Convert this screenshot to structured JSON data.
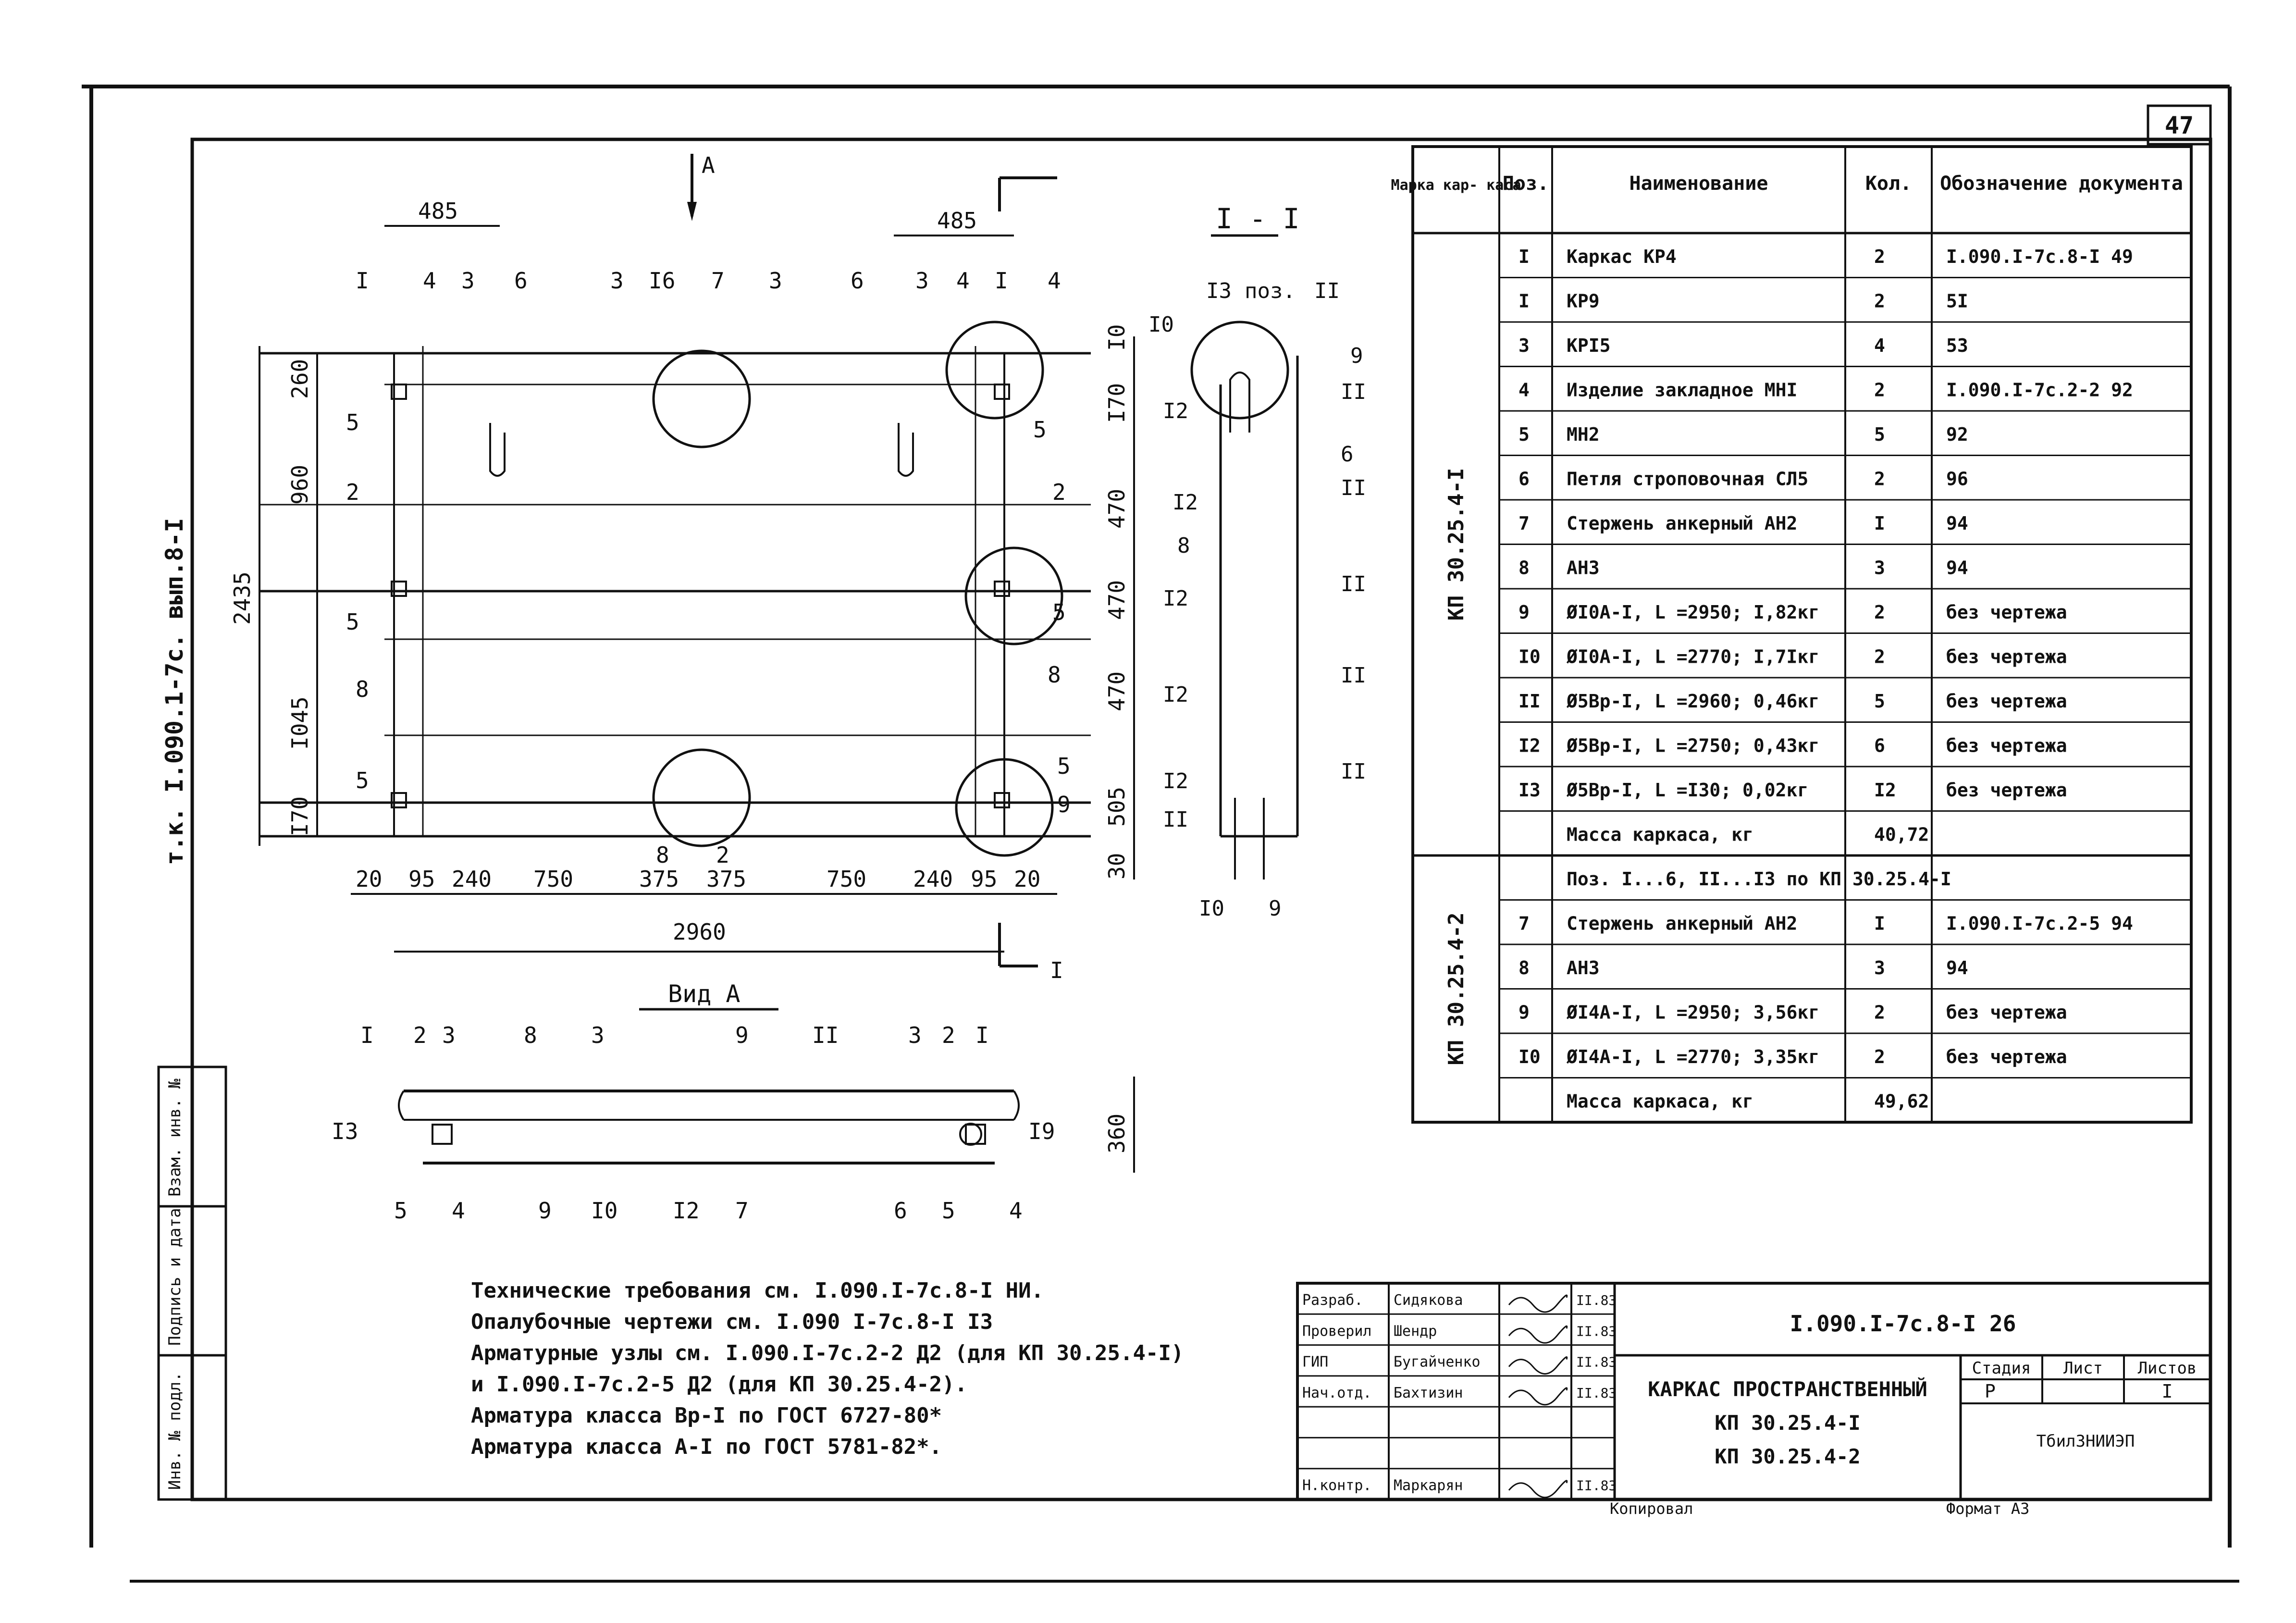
{
  "sheet": {
    "page_number": "47",
    "side_code": "т.к. I.090.1-7с. вып.8-I",
    "left_stamp": [
      "Инв. № подл.",
      "Подпись и дата",
      "Взам. инв. №"
    ]
  },
  "plan": {
    "section_a_label": "А",
    "dims_top": [
      "485",
      "485"
    ],
    "callouts_top": [
      "I",
      "4",
      "3",
      "6",
      "3",
      "I6",
      "7",
      "3",
      "6",
      "3",
      "4",
      "I",
      "4"
    ],
    "left_dims": [
      "260",
      "960",
      "2435",
      "I045",
      "I70"
    ],
    "right_dims": [
      "I0",
      "I70",
      "470",
      "470",
      "470",
      "505",
      "30"
    ],
    "bottom_dims": [
      "20",
      "95",
      "240",
      "750",
      "375",
      "375",
      "750",
      "240",
      "95",
      "20"
    ],
    "total_length": "2960",
    "labels": {
      "2a": "2",
      "2b": "2",
      "5a": "5",
      "5b": "5",
      "5c": "5",
      "5d": "5",
      "5e": "5",
      "8a": "8",
      "8b": "8",
      "8c": "8",
      "2c": "2",
      "9": "9",
      "6": "6",
      "5f": "5"
    },
    "section_mark": "I"
  },
  "section": {
    "title": "I - I",
    "labels": [
      "I3",
      "поз.",
      "II",
      "I0",
      "9",
      "I2",
      "II",
      "6",
      "II",
      "I2",
      "8",
      "II",
      "I2",
      "II",
      "I2",
      "II",
      "I2",
      "II",
      "I0",
      "9"
    ]
  },
  "view_a": {
    "title": "Вид А",
    "top_labels": [
      "I",
      "2",
      "3",
      "8",
      "3",
      "9",
      "II",
      "3",
      "2",
      "I"
    ],
    "side_labels": [
      "I3",
      "I9"
    ],
    "height_dim": "360",
    "bottom_labels": [
      "5",
      "4",
      "9",
      "I0",
      "I2",
      "7",
      "6",
      "5",
      "4"
    ]
  },
  "spec_table": {
    "headers": [
      "Марка кар- каса",
      "Поз.",
      "Наименование",
      "Кол.",
      "Обозначение документа"
    ],
    "group1_mark": "КП 30.25.4-I",
    "group1_rows": [
      [
        "I",
        "Каркас КР4",
        "2",
        "I.090.I-7с.8-I 49"
      ],
      [
        "I",
        "КР9",
        "2",
        "5I"
      ],
      [
        "3",
        "КРI5",
        "4",
        "53"
      ],
      [
        "4",
        "Изделие закладное МНI",
        "2",
        "I.090.I-7с.2-2 92"
      ],
      [
        "5",
        "МН2",
        "5",
        "92"
      ],
      [
        "6",
        "Петля строповочная СЛ5",
        "2",
        "96"
      ],
      [
        "7",
        "Стержень анкерный АН2",
        "I",
        "94"
      ],
      [
        "8",
        "АН3",
        "3",
        "94"
      ],
      [
        "9",
        "ØI0А-I, L =2950; I,82кг",
        "2",
        "без чертежа"
      ],
      [
        "I0",
        "ØI0А-I, L =2770; I,7Iкг",
        "2",
        "без чертежа"
      ],
      [
        "II",
        "Ø5Вр-I, L =2960; 0,46кг",
        "5",
        "без чертежа"
      ],
      [
        "I2",
        "Ø5Вр-I, L =2750; 0,43кг",
        "6",
        "без чертежа"
      ],
      [
        "I3",
        "Ø5Вр-I, L =I30; 0,02кг",
        "I2",
        "без чертежа"
      ]
    ],
    "group1_mass": [
      "Масса каркаса, кг",
      "40,72"
    ],
    "group2_mark": "КП 30.25.4-2",
    "group2_note": "Поз. I...6, II...I3 по КП 30.25.4-I",
    "group2_rows": [
      [
        "7",
        "Стержень анкерный АН2",
        "I",
        "I.090.I-7с.2-5 94"
      ],
      [
        "8",
        "АН3",
        "3",
        "94"
      ],
      [
        "9",
        "ØI4А-I, L =2950; 3,56кг",
        "2",
        "без чертежа"
      ],
      [
        "I0",
        "ØI4А-I, L =2770; 3,35кг",
        "2",
        "без чертежа"
      ]
    ],
    "group2_mass": [
      "Масса каркаса, кг",
      "49,62"
    ]
  },
  "notes": [
    "Технические требования см. I.090.I-7с.8-I НИ.",
    "Опалубочные чертежи см. I.090 I-7с.8-I IЗ",
    "Арматурные узлы см. I.090.I-7с.2-2 Д2 (для КП 30.25.4-I)",
    "и I.090.I-7с.2-5 Д2 (для КП 30.25.4-2).",
    "Арматура класса Вр-I по ГОСТ 6727-80*",
    "Арматура класса А-I по ГОСТ 5781-82*."
  ],
  "title_block": {
    "roles": [
      "Разраб.",
      "Проверил",
      "ГИП",
      "Нач.отд.",
      "",
      "",
      "Н.контр."
    ],
    "names": [
      "Сидякова",
      "Шендр",
      "Бугайченко",
      "Бахтизин",
      "",
      "",
      "Маркарян"
    ],
    "dates": [
      "II.83",
      "II.83",
      "II.83",
      "II.83",
      "",
      "",
      "II.83"
    ],
    "doc_code": "I.090.I-7с.8-I 26",
    "title": "КАРКАС ПРОСТРАНСТВЕННЫЙ",
    "marks": [
      "КП 30.25.4-I",
      "КП 30.25.4-2"
    ],
    "stage_headers": [
      "Стадия",
      "Лист",
      "Листов"
    ],
    "stage_values": [
      "Р",
      "",
      "I"
    ],
    "org": "ТбилЗНИИЭП"
  },
  "footer": {
    "copied": "Копировал",
    "format": "Формат А3"
  }
}
